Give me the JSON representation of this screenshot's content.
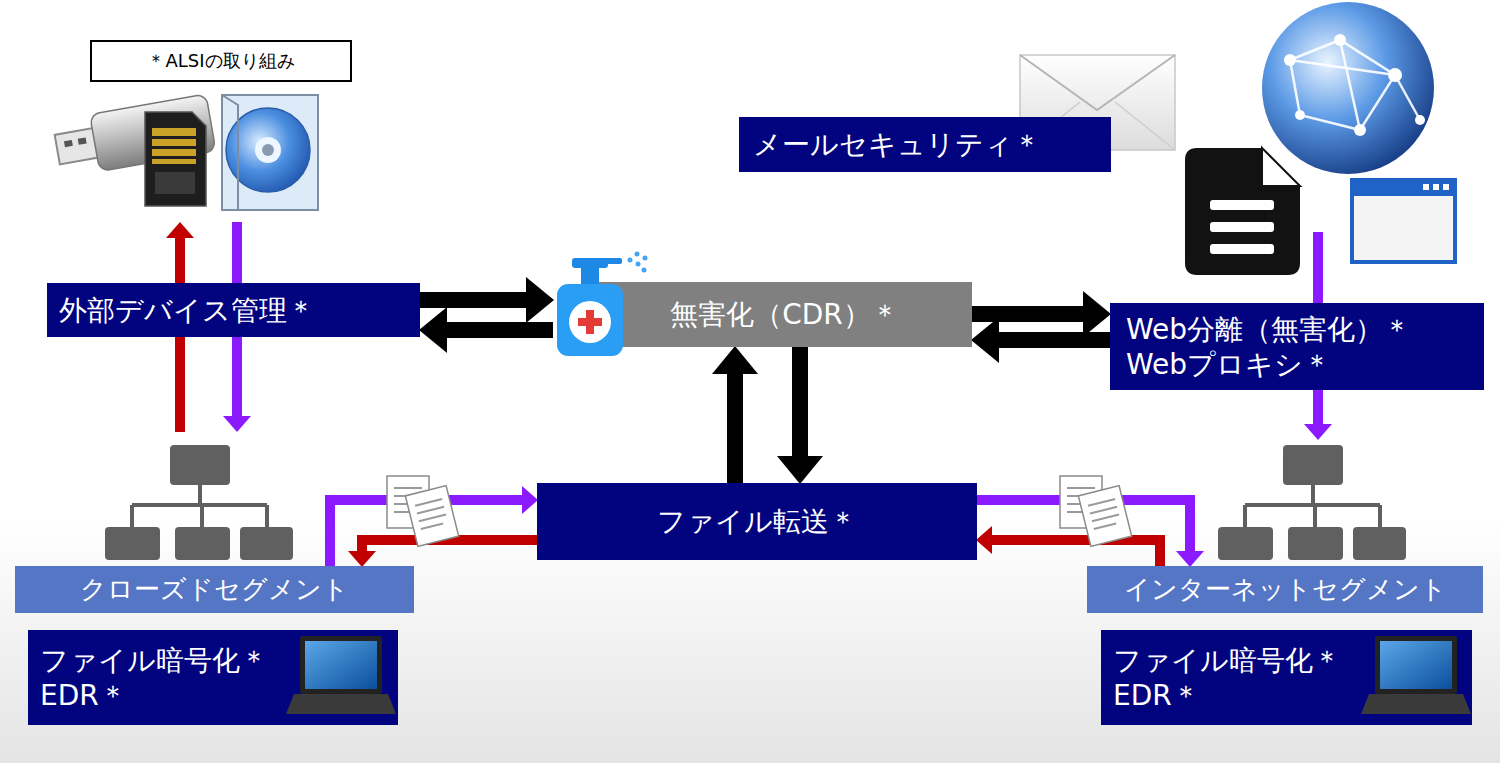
{
  "diagram": {
    "nodes": [
      {
        "text": [
          "＊ALSIの取り組み"
        ]
      },
      {
        "text": [
          "外部デバイス管理＊"
        ]
      },
      {
        "text": [
          "メールセキュリティ＊"
        ]
      },
      {
        "text": [
          "無害化（CDR）＊"
        ]
      },
      {
        "text": [
          "Web分離（無害化）＊",
          "Webプロキシ＊"
        ]
      },
      {
        "text": [
          "ファイル転送＊"
        ]
      },
      {
        "text": [
          "クローズドセグメント"
        ]
      },
      {
        "text": [
          "インターネットセグメント"
        ]
      },
      {
        "text": [
          "ファイル暗号化＊",
          "EDR＊"
        ]
      },
      {
        "text": [
          "ファイル暗号化＊",
          "EDR＊"
        ]
      }
    ],
    "edges": [
      {
        "from": 1,
        "to": 3,
        "arrow": "to"
      },
      {
        "from": 3,
        "to": 1,
        "arrow": "to"
      },
      {
        "from": 3,
        "to": 4,
        "arrow": "to"
      },
      {
        "from": 4,
        "to": 3,
        "arrow": "to"
      },
      {
        "from": 5,
        "to": 3,
        "arrow": "to"
      },
      {
        "from": 3,
        "to": 5,
        "arrow": "to"
      },
      {
        "from": 6,
        "to": 5,
        "arrow": "to"
      },
      {
        "from": 5,
        "to": 6,
        "arrow": "to"
      },
      {
        "from": 5,
        "to": 7,
        "arrow": "to"
      },
      {
        "from": 7,
        "to": 5,
        "arrow": "to"
      }
    ]
  }
}
